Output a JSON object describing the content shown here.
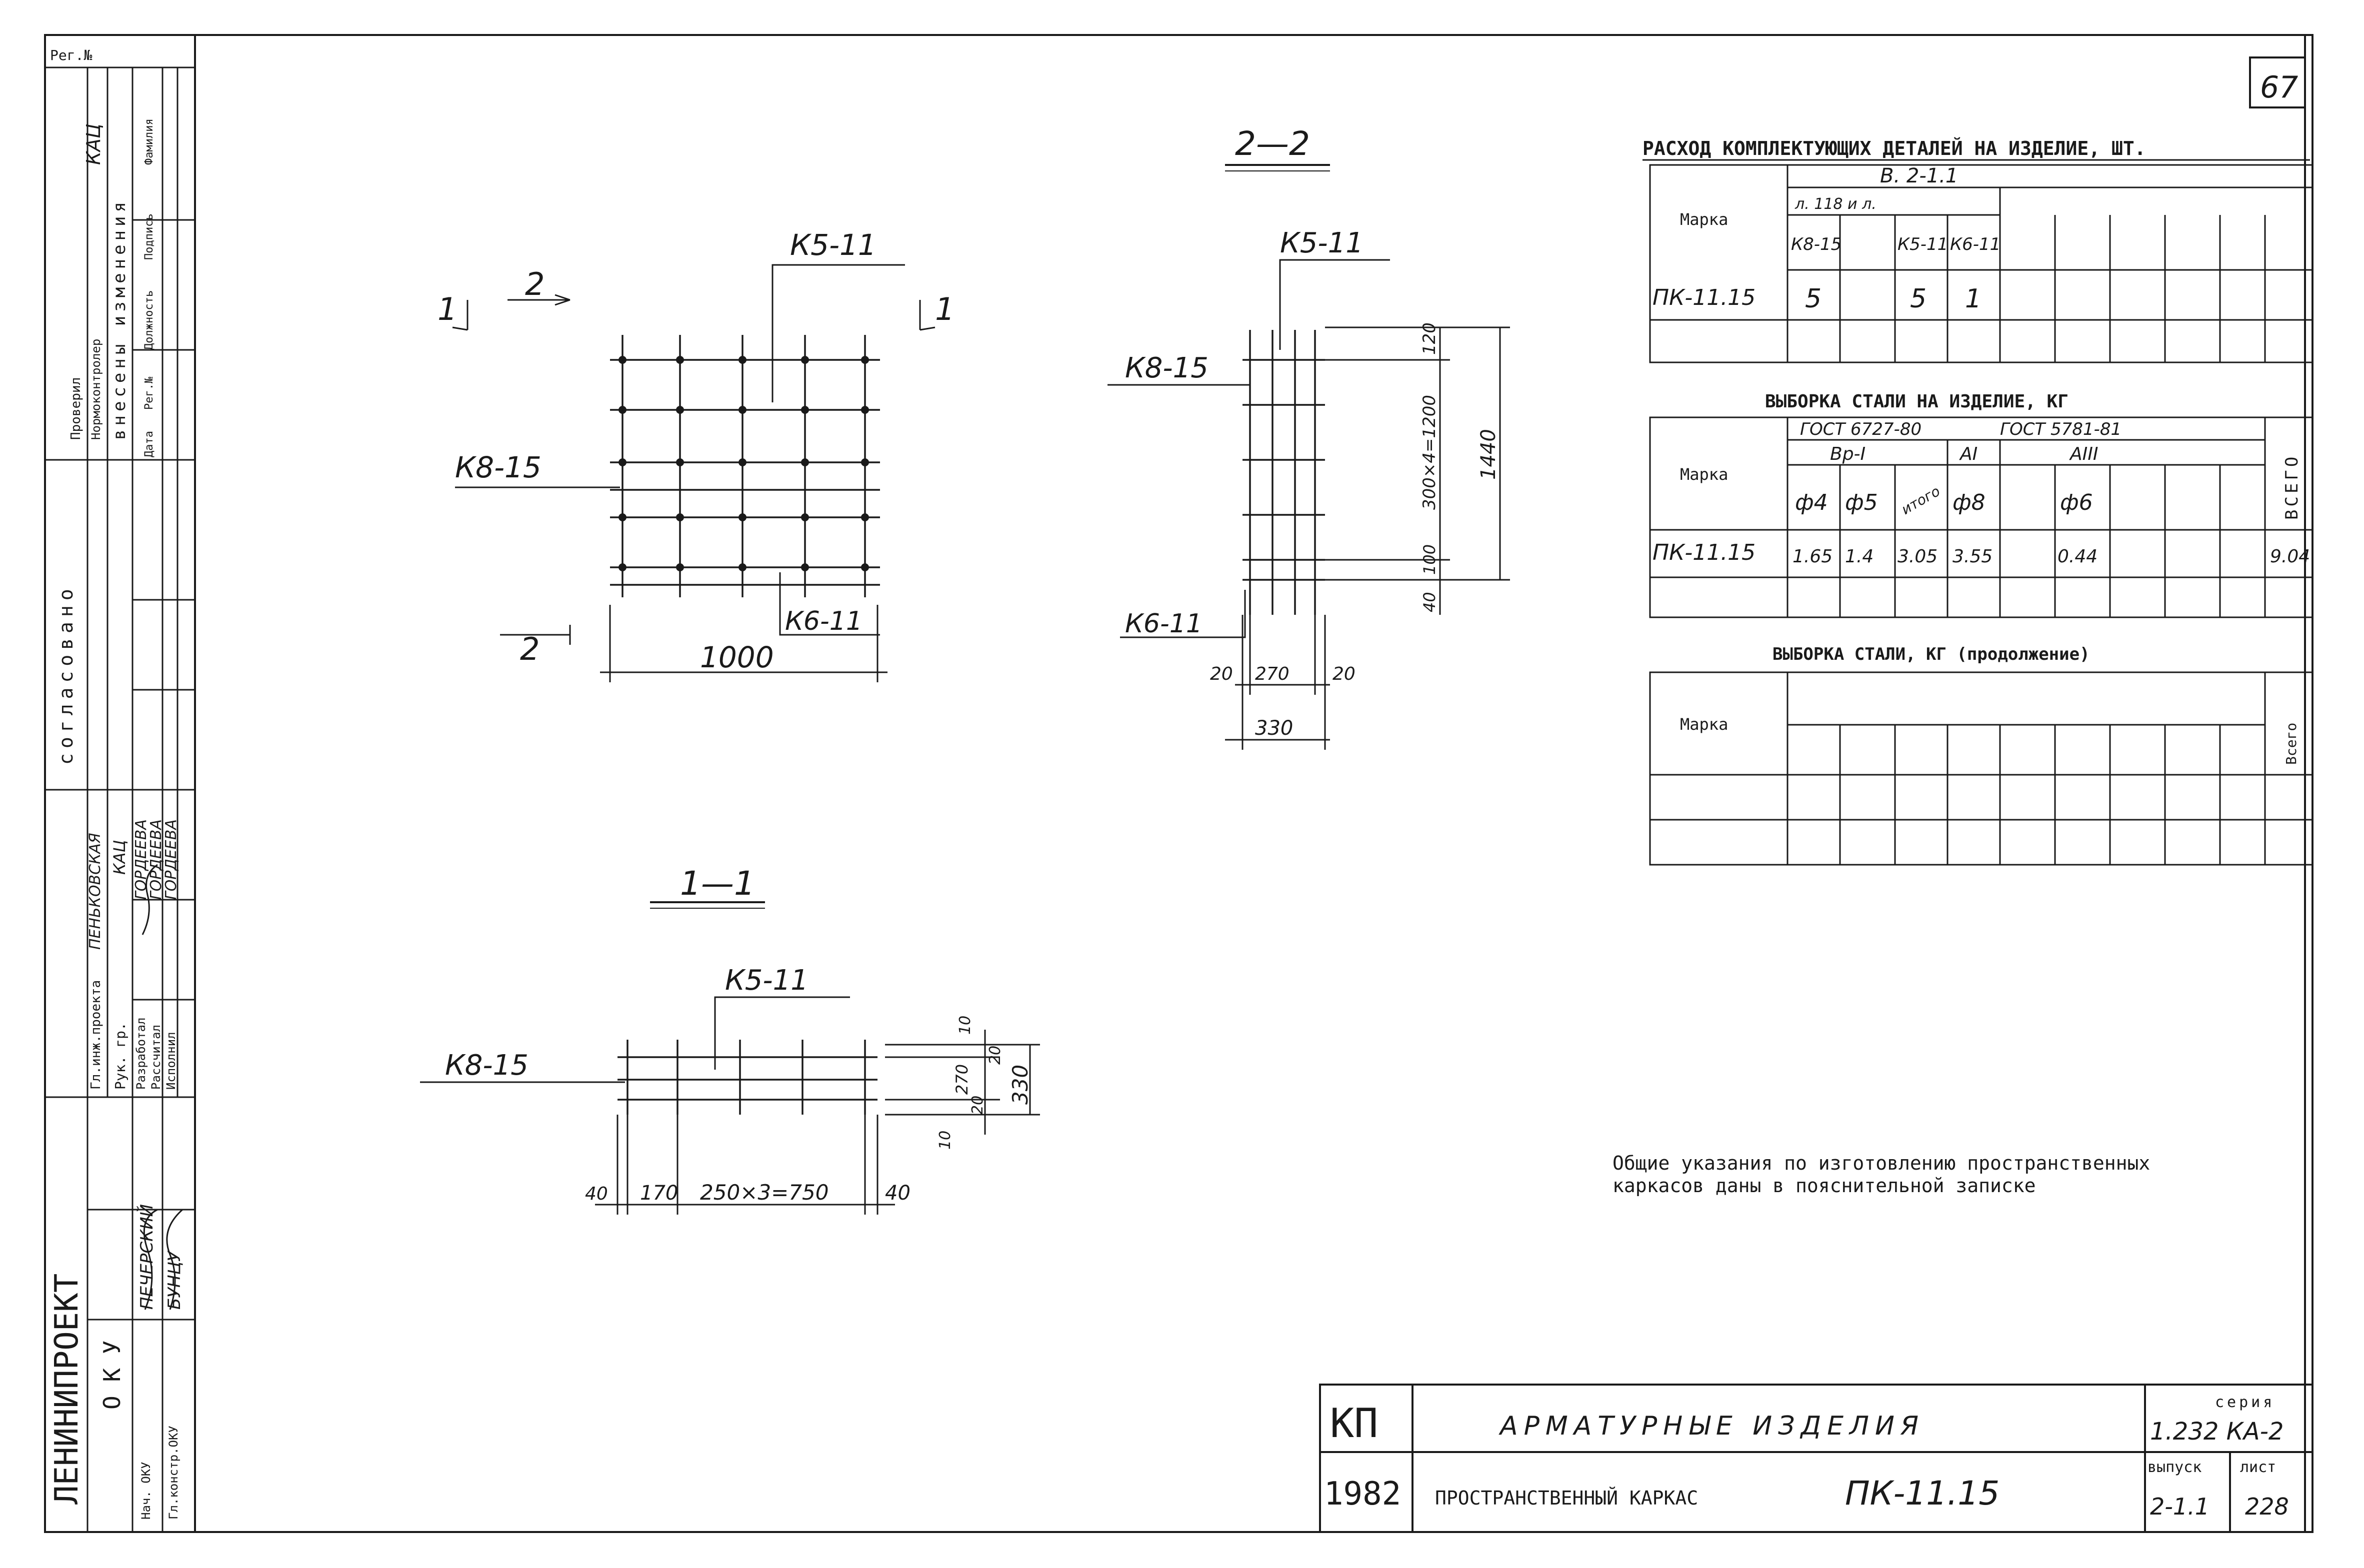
{
  "sheet": {
    "number": "67"
  },
  "side_stamp": {
    "reg_label": "Рег.№",
    "org": "ЛЕНИНИПРОЕКТ",
    "oku_label": "О К У",
    "agreed": "согласовано",
    "changes": "внесены изменения",
    "check_label": "Проверил",
    "normcontrol_label": "Нормоконтролер",
    "col_date": "Дата",
    "col_reg": "Рег.№",
    "col_position": "Должность",
    "col_sign": "Подпись",
    "col_surname": "Фамилия",
    "kac1": "КАЦ",
    "chief_project": "Гл.инж.проекта",
    "chief_name": "ПЕНЬКОВСКАЯ",
    "head_group": "Рук. гр.",
    "head_group_name": "КАЦ",
    "developed": "Разработал",
    "calculated": "Рассчитал",
    "executed": "Исполнил",
    "dev_name": "ГОРДЕЕВА",
    "calc_name": "ГОРДЕЕВА",
    "exec_name": "ГОРДЕЕВА",
    "nach_oku": "Нач. ОКУ",
    "gl_constr": "Гл.констр.ОКУ",
    "nach_name": "ПЕЧЕРСКИЙ",
    "constr_name": "БУНЦУ"
  },
  "drawing": {
    "plan": {
      "label_k5": "К5-11",
      "label_k8": "К8-15",
      "label_k6": "К6-11",
      "cut1_left": "1",
      "cut1_right": "1",
      "cut2_top": "2",
      "cut2_bottom": "2",
      "dim_width": "1000"
    },
    "section22": {
      "title": "2—2",
      "label_k5": "К5-11",
      "label_k8": "К8-15",
      "label_k6": "К6-11",
      "dim_120": "120",
      "dim_main": "300×4=1200",
      "dim_total": "1440",
      "dim_100": "100",
      "dim_40": "40",
      "dim_20a": "20",
      "dim_270": "270",
      "dim_20b": "20",
      "dim_330": "330"
    },
    "section11": {
      "title": "1—1",
      "label_k5": "К5-11",
      "label_k8": "К8-15",
      "dim_40a": "40",
      "dim_170": "170",
      "dim_main": "250×3=750",
      "dim_40b": "40",
      "dim_10a": "10",
      "dim_20a": "20",
      "dim_270": "270",
      "dim_20b": "20",
      "dim_10b": "10",
      "dim_330": "330"
    }
  },
  "table1": {
    "title": "РАСХОД КОМПЛЕКТУЮЩИХ ДЕТАЛЕЙ НА ИЗДЕЛИЕ, ШТ.",
    "series": "В. 2-1.1",
    "sub": "л. 118 и л.",
    "mark_header": "Марка",
    "cols": [
      "К8-15",
      "",
      "К5-11",
      "К6-11"
    ],
    "row_mark": "ПК-11.15",
    "row_values": [
      "5",
      "",
      "5",
      "1"
    ]
  },
  "table2": {
    "title": "ВЫБОРКА СТАЛИ НА ИЗДЕЛИЕ, КГ",
    "mark_header": "Марка",
    "gost1": "ГОСТ 6727-80",
    "gost2": "ГОСТ 5781-81",
    "class1": "Вр-I",
    "class2": "АI",
    "class3": "АIII",
    "total_header": "ВСЕГО",
    "cols": [
      "ф4",
      "ф5",
      "итого",
      "ф8",
      "",
      "ф6"
    ],
    "row_mark": "ПК-11.15",
    "row_values": [
      "1.65",
      "1.4",
      "3.05",
      "3.55",
      "",
      "0.44"
    ],
    "row_total": "9.04"
  },
  "table3": {
    "title": "ВЫБОРКА СТАЛИ, КГ (продолжение)",
    "mark_header": "Марка",
    "total_header": "Всего"
  },
  "note": {
    "line1": "Общие указания по изготовлению пространственных",
    "line2": "каркасов даны в пояснительной записке"
  },
  "title_block": {
    "kp": "КП",
    "year": "1982",
    "name": "АРМАТУРНЫЕ ИЗДЕЛИЯ",
    "subtitle": "ПРОСТРАНСТВЕННЫЙ КАРКАС",
    "mark": "ПК-11.15",
    "series_label": "серия",
    "series_value": "1.232 КА-2",
    "issue_label": "выпуск",
    "sheet_label": "лист",
    "issue_value": "2-1.1",
    "sheet_value": "228"
  }
}
